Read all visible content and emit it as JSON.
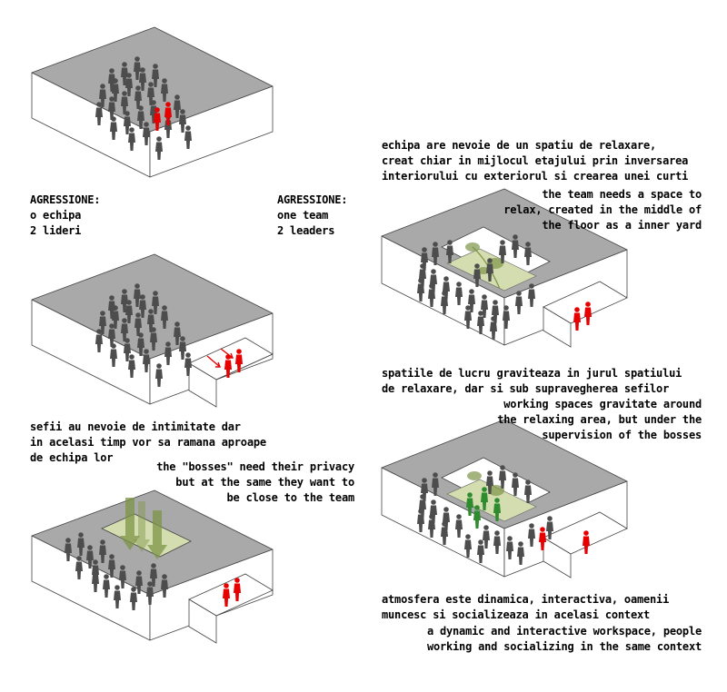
{
  "colors": {
    "grey": "#a9a9a9",
    "person": "#4d4d4d",
    "leader": "#e60000",
    "yard": "#d3ddaf",
    "plant": "#7e9447"
  },
  "label_ro": {
    "lines": [
      "AGRESSIONE:",
      "o echipa",
      "2 lideri"
    ]
  },
  "label_en": {
    "lines": [
      "AGRESSIONE:",
      "one team",
      "2 leaders"
    ]
  },
  "text_yard_ro": {
    "lines": [
      "echipa are nevoie de un spatiu de relaxare,",
      "creat chiar in mijlocul etajului prin inversarea",
      "interiorului cu exteriorul si crearea unei curti"
    ]
  },
  "text_yard_en": {
    "lines": [
      "the team needs a space to",
      "relax, created in the middle of",
      "the floor as a inner yard"
    ]
  },
  "text_bosses_ro": {
    "lines": [
      "sefii au nevoie de intimitate dar",
      "in acelasi timp vor sa ramana aproape",
      "de echipa lor"
    ]
  },
  "text_bosses_en": {
    "lines": [
      "the \"bosses\" need their privacy",
      "but at the same they want to",
      "be close to the team"
    ]
  },
  "text_work_ro": {
    "lines": [
      "spatiile de lucru graviteaza in jurul spatiului",
      "de relaxare, dar si sub supravegherea sefilor"
    ]
  },
  "text_work_en": {
    "lines": [
      "working spaces gravitate around",
      "the relaxing area, but under the",
      "supervision of the bosses"
    ]
  },
  "text_dyn_ro": {
    "lines": [
      "atmosfera este dinamica, interactiva, oamenii",
      "muncesc si socializeaza in acelasi context"
    ]
  },
  "text_dyn_en": {
    "lines": [
      "a dynamic and interactive workspace, people",
      "working and socializing in the same context"
    ]
  }
}
